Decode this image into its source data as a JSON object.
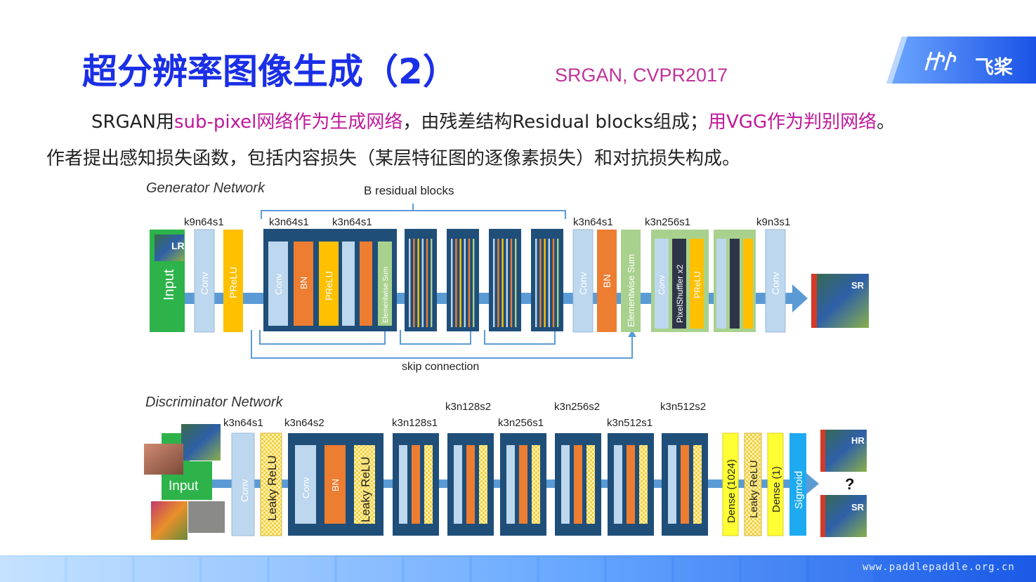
{
  "slide": {
    "title": "超分辨率图像生成（2）",
    "subtitle": "SRGAN, CVPR2017",
    "logo_text": "飞桨",
    "footer_url": "www.paddlepaddle.org.cn",
    "paragraph1": {
      "t1": "SRGAN用",
      "h1": "sub-pixel网络作为生成网络",
      "t2": "，由残差结构Residual blocks组成；",
      "h2": "用VGG作为判别网络",
      "t3": "。"
    },
    "paragraph2": "作者提出感知损失函数，包括内容损失（某层特征图的逐像素损失）和对抗损失构成。"
  },
  "generator": {
    "title": "Generator Network",
    "residual_label": "B residual blocks",
    "skip_label": "skip connection",
    "input_label": "Input",
    "lr_label": "LR",
    "sr_label": "SR",
    "labels": {
      "k9n64s1": "k9n64s1",
      "k3n64s1_a": "k3n64s1",
      "k3n64s1_b": "k3n64s1",
      "k3n64s1_c": "k3n64s1",
      "k3n256s1": "k3n256s1",
      "k9n3s1": "k9n3s1"
    },
    "layers": {
      "conv": "Conv",
      "prelu": "PReLU",
      "bn": "BN",
      "elementwise_sum": "Elementwise Sum",
      "pixelshuffler": "PixelShuffler x2"
    }
  },
  "discriminator": {
    "title": "Discriminator Network",
    "input_label": "Input",
    "hr_label": "HR",
    "sr_label": "SR",
    "question": "?",
    "labels": {
      "k3n64s1": "k3n64s1",
      "k3n64s2": "k3n64s2",
      "k3n128s1": "k3n128s1",
      "k3n128s2": "k3n128s2",
      "k3n256s1": "k3n256s1",
      "k3n256s2": "k3n256s2",
      "k3n512s1": "k3n512s1",
      "k3n512s2": "k3n512s2"
    },
    "layers": {
      "conv": "Conv",
      "leaky_relu": "Leaky ReLU",
      "bn": "BN",
      "dense1024": "Dense (1024)",
      "dense1": "Dense (1)",
      "sigmoid": "Sigmoid"
    }
  },
  "colors": {
    "title_blue": "#1a2fe6",
    "highlight_magenta": "#c0189a",
    "navy_block": "#1f4e79",
    "conv_blue": "#bdd7ee",
    "bn_orange": "#ed7d31",
    "prelu_yellow": "#ffc000",
    "sum_green": "#a9d18e",
    "input_green": "#2db34a",
    "arrow_blue": "#5b9bd5"
  }
}
